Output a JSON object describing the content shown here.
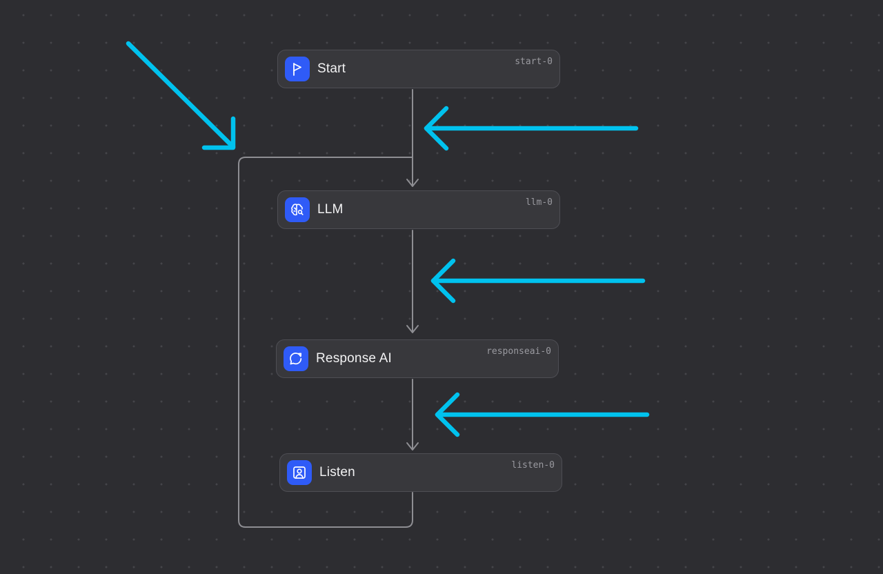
{
  "flow": {
    "nodes": [
      {
        "label": "Start",
        "id": "start-0",
        "icon": "flag-icon"
      },
      {
        "label": "LLM",
        "id": "llm-0",
        "icon": "brain-icon"
      },
      {
        "label": "Response AI",
        "id": "responseai-0",
        "icon": "chat-refresh-icon"
      },
      {
        "label": "Listen",
        "id": "listen-0",
        "icon": "person-frame-icon"
      }
    ]
  },
  "colors": {
    "canvas_background": "#2d2d31",
    "node_background": "#38383c",
    "node_border": "#4e4e54",
    "icon_background": "#2f5bf7",
    "edge": "#8e8e93",
    "annotation_arrow": "#00c2ee"
  },
  "annotations": {
    "arrow_count": 4,
    "arrow_icon": "cyan-arrow"
  }
}
